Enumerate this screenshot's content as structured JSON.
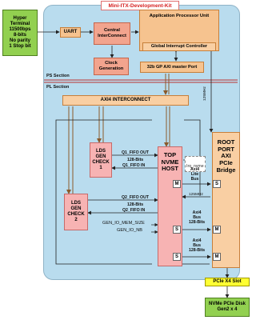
{
  "diagram": {
    "board_title": "Mini-ITX-Development-Kit",
    "hyper_terminal": [
      "Hyper",
      "Terminal",
      "11500bps",
      "8-bits",
      "No parity",
      "1 Stop bit"
    ],
    "uart": "UART",
    "central_interconnect": [
      "Central",
      "InterConnect"
    ],
    "app_processor": "Application Processor Unit",
    "global_interrupt": "Global Interrupt Controller",
    "clock_generation": [
      "Clock",
      "Generation"
    ],
    "axi_master_port": "32b GP AXI master Port",
    "ps_section": "PS Section",
    "pl_section": "PL Section",
    "axi4_interconnect": "AXI4 INTERCONNECT",
    "clock_125": "125MHz",
    "lds_gen_1": [
      "LDS",
      "GEN",
      "CHECK",
      "1"
    ],
    "lds_gen_2": [
      "LDS",
      "GEN",
      "CHECK",
      "2"
    ],
    "q1_fifo": [
      "Q1_FIFO OUT",
      "128-Bits",
      "Q1_FIFO IN"
    ],
    "q2_fifo": [
      "Q2_FIFO OUT",
      "128-Bits",
      "Q2_FIFO IN"
    ],
    "top_nvme": [
      "TOP",
      "NVME",
      "HOST"
    ],
    "irq_nvme": "Irq_nvme",
    "root_port": [
      "ROOT",
      "PORT",
      "AXI",
      "PCIe",
      "Bridge"
    ],
    "axi4_lite": [
      "Axi4",
      "Lite",
      "Bus"
    ],
    "clock_125_inner": "125MHz",
    "axi4_bus_mid": [
      "Axi4",
      "Bus",
      "128-Bits"
    ],
    "axi4_bus_low": [
      "Axi4",
      "Bus",
      "128-Bits"
    ],
    "port_m": "M",
    "port_s": "S",
    "gen_io_mem_size": "GEN_IO_MEM_SIZE",
    "gen_io_nb": "GEN_IO_NB",
    "pcie_slot": "PCIe X4 Slot",
    "nvme_disk": [
      "NVMe PCIe Disk",
      "Gen2 x 4"
    ]
  }
}
